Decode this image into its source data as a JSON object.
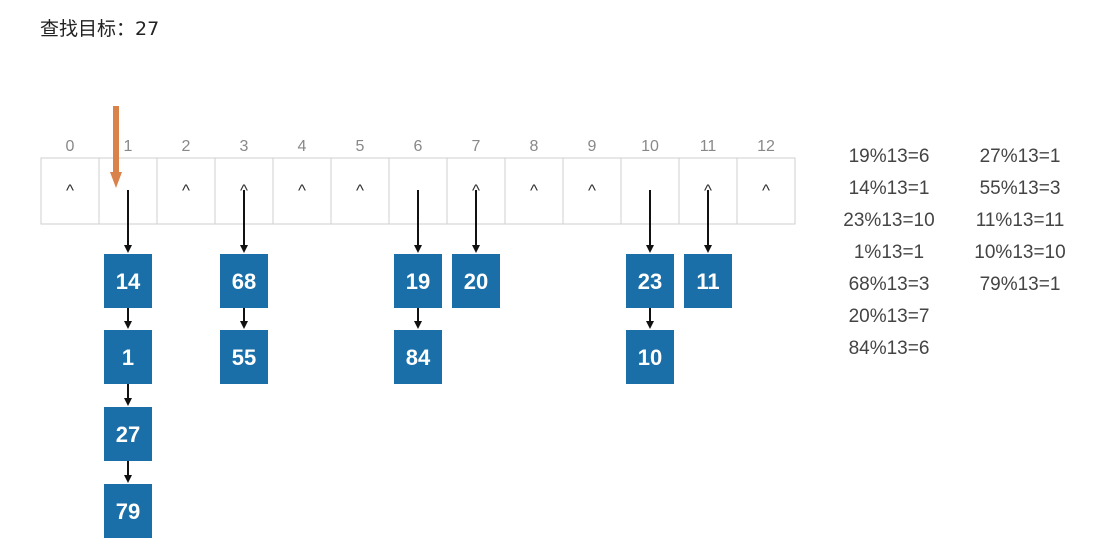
{
  "title": "查找目标：27",
  "table": {
    "indices": [
      "0",
      "1",
      "2",
      "3",
      "4",
      "5",
      "6",
      "7",
      "8",
      "9",
      "10",
      "11",
      "12"
    ],
    "cells": [
      "^",
      "",
      "^",
      "^",
      "^",
      "^",
      "",
      "^",
      "^",
      "^",
      "",
      "^",
      "^"
    ]
  },
  "chains": [
    {
      "index": 1,
      "nodes": [
        "14",
        "1",
        "27",
        "79"
      ]
    },
    {
      "index": 3,
      "nodes": [
        "68",
        "55"
      ]
    },
    {
      "index": 6,
      "nodes": [
        "19",
        "84"
      ]
    },
    {
      "index": 7,
      "nodes": [
        "20"
      ]
    },
    {
      "index": 10,
      "nodes": [
        "23",
        "10"
      ]
    },
    {
      "index": 11,
      "nodes": [
        "11"
      ]
    }
  ],
  "pointer_index": 1,
  "formulas_left": [
    "19%13=6",
    "14%13=1",
    "23%13=10",
    "1%13=1",
    "68%13=3",
    "20%13=7",
    "84%13=6"
  ],
  "formulas_right": [
    "27%13=1",
    "55%13=3",
    "11%13=11",
    "10%13=10",
    "79%13=1"
  ],
  "colors": {
    "node": "#1a6fa8",
    "node_text": "#ffffff",
    "pointer": "#d9824a",
    "grid": "#cfcfcf",
    "index_text": "#888888"
  }
}
